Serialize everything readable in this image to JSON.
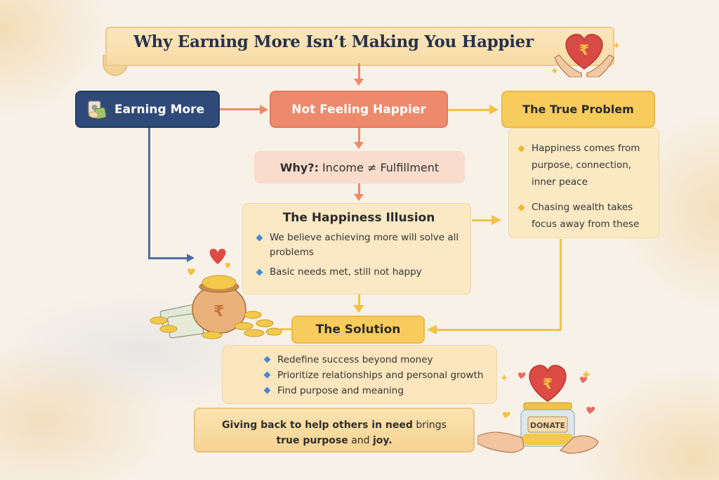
{
  "title": "Why Earning More Isn’t Making You Happier",
  "nodes": {
    "earning_more": {
      "label": "Earning More",
      "icon": "money-icon"
    },
    "not_feeling_happier": {
      "label": "Not Feeling Happier"
    },
    "why": {
      "prefix": "Why?:",
      "text": "Income ≠ Fulfillment"
    },
    "happiness_illusion": {
      "title": "The Happiness Illusion",
      "bullets": [
        "We believe achieving more will solve all problems",
        "Basic needs met, still not happy"
      ]
    },
    "true_problem": {
      "title": "The True Problem",
      "bullets": [
        "Happiness comes from purpose, connection, inner peace",
        "Chasing wealth takes focus away from these"
      ]
    },
    "solution": {
      "title": "The Solution",
      "bullets": [
        "Redefine success beyond money",
        "Prioritize relationships and personal growth",
        "Find purpose and meaning"
      ]
    },
    "giving_back": {
      "bold_1": "Giving back to help others in need",
      "normal_1": "brings",
      "bold_2": "true purpose",
      "normal_2": "and",
      "bold_3": "joy."
    }
  },
  "illustrations": {
    "title_icon": "heart-with-rupee-in-hands",
    "pot_icon": "pot-of-gold-coins-with-rupee",
    "donate_jar_label": "DONATE",
    "currency_symbol": "₹"
  },
  "colors": {
    "navy": "#2f4a78",
    "coral": "#ee8a6c",
    "gold": "#f8cc5c",
    "cream": "#fbe8c4",
    "peach": "#f9dccb",
    "title_text": "#27324a"
  }
}
